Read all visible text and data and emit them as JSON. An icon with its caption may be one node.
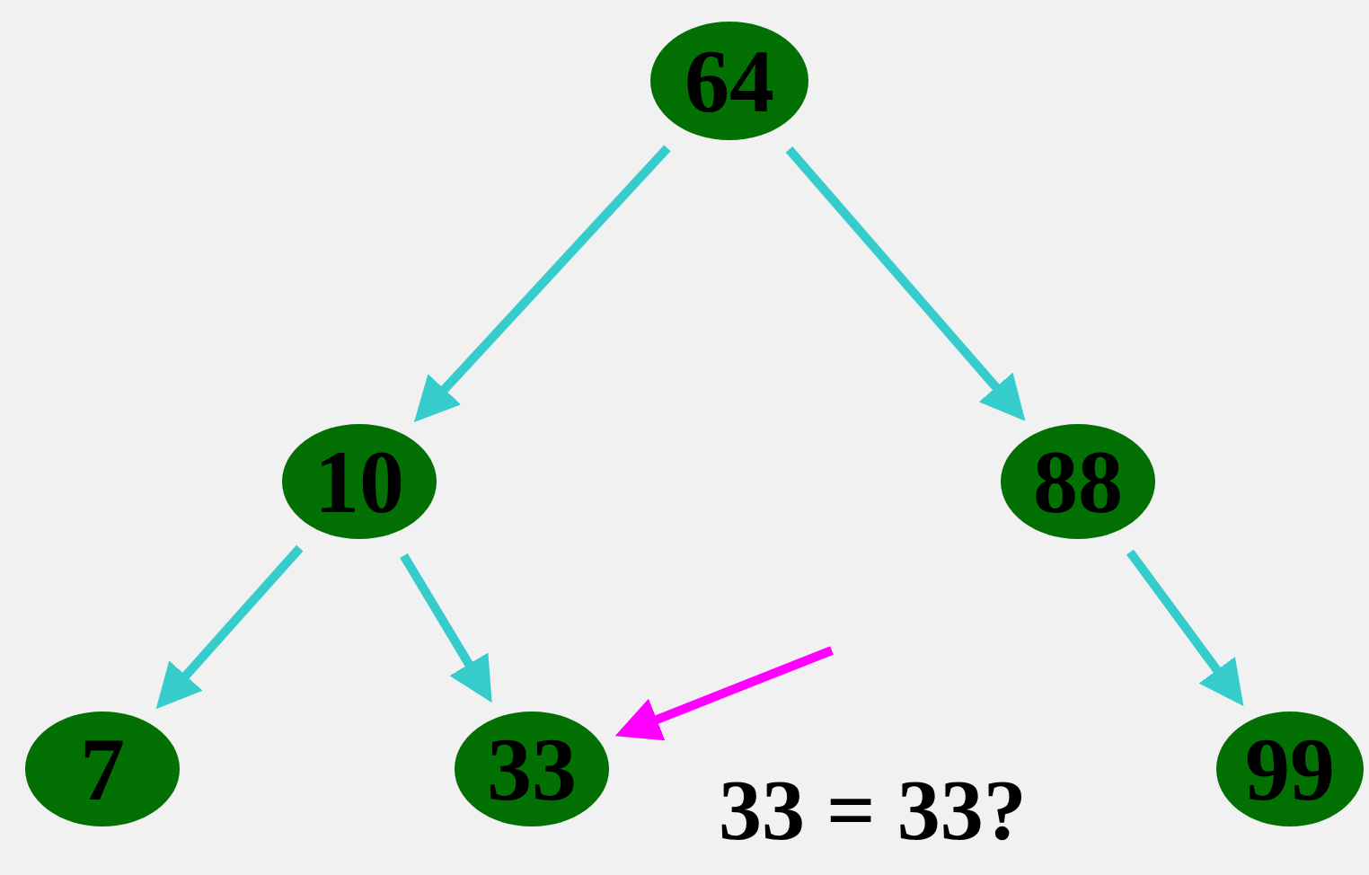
{
  "diagram": {
    "nodes": [
      {
        "text": [
          "64"
        ]
      },
      {
        "text": [
          "10"
        ]
      },
      {
        "text": [
          "88"
        ]
      },
      {
        "text": [
          "7"
        ]
      },
      {
        "text": [
          "33"
        ]
      },
      {
        "text": [
          "99"
        ]
      }
    ],
    "edges": [
      {
        "from": 0,
        "to": 1,
        "arrow": "to"
      },
      {
        "from": 0,
        "to": 2,
        "arrow": "to"
      },
      {
        "from": 1,
        "to": 3,
        "arrow": "to"
      },
      {
        "from": 1,
        "to": 4,
        "arrow": "to"
      },
      {
        "from": 2,
        "to": 5,
        "arrow": "to"
      },
      {
        "from": null,
        "to": 4,
        "arrow": "to",
        "color": "#ff00ff"
      }
    ],
    "labels": [
      "33 = 33?"
    ]
  }
}
